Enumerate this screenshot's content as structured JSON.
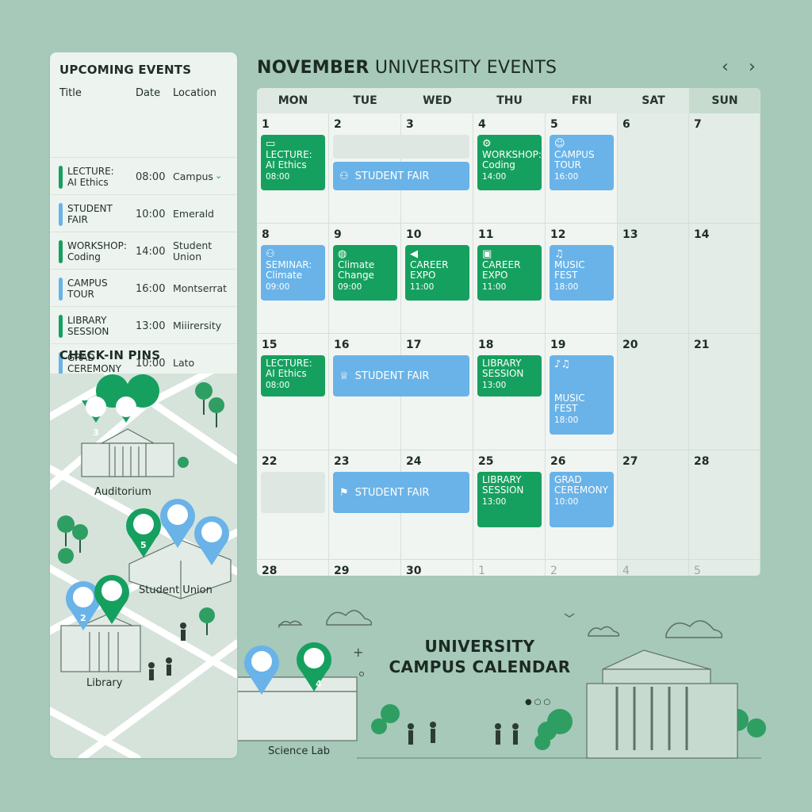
{
  "sidebar": {
    "upcoming_title": "UPCOMING EVENTS",
    "columns": {
      "title": "Title",
      "date": "Date",
      "location": "Location"
    },
    "events": [
      {
        "title_lines": [
          "LECTURE:",
          "AI Ethics"
        ],
        "time": "08:00",
        "location_lines": [
          "Campus"
        ],
        "color": "#16a05f"
      },
      {
        "title_lines": [
          "STUDENT",
          "FAIR"
        ],
        "time": "10:00",
        "location_lines": [
          "Emerald"
        ],
        "color": "#69b3e8"
      },
      {
        "title_lines": [
          "WORKSHOP:",
          "Coding"
        ],
        "time": "14:00",
        "location_lines": [
          "Student",
          "Union"
        ],
        "color": "#16a05f"
      },
      {
        "title_lines": [
          "CAMPUS",
          "TOUR"
        ],
        "time": "16:00",
        "location_lines": [
          "Montserrat"
        ],
        "color": "#69b3e8"
      },
      {
        "title_lines": [
          "LIBRARY",
          "SESSION"
        ],
        "time": "13:00",
        "location_lines": [
          "Miiirersity"
        ],
        "color": "#16a05f"
      },
      {
        "title_lines": [
          "GRAD",
          "CEREMONY"
        ],
        "time": "10:00",
        "location_lines": [
          "Lato"
        ],
        "color": "#69b3e8"
      }
    ],
    "checkin_title": "CHECK-IN PINS",
    "map_labels": {
      "auditorium": "Auditorium",
      "student_union": "Student Union",
      "library": "Library",
      "science_lab": "Science Lab"
    },
    "pin_counts": {
      "auditorium": "3",
      "student_union": "5",
      "library": "2",
      "science_lab": "4"
    }
  },
  "calendar": {
    "title_bold": "NOVEMBER",
    "title_rest": " UNIVERSITY EVENTS",
    "prev_arrow": "‹",
    "next_arrow": "›",
    "days": [
      "MON",
      "TUE",
      "WED",
      "THU",
      "FRI",
      "SAT",
      "SUN"
    ],
    "weeks": [
      [
        "1",
        "2",
        "3",
        "4",
        "5",
        "6",
        "7"
      ],
      [
        "8",
        "9",
        "10",
        "11",
        "12",
        "13",
        "14"
      ],
      [
        "15",
        "16",
        "17",
        "18",
        "19",
        "20",
        "21"
      ],
      [
        "22",
        "23",
        "24",
        "25",
        "26",
        "27",
        "28"
      ],
      [
        "28",
        "29",
        "30",
        "1",
        "2",
        "4",
        "5"
      ]
    ],
    "events": [
      {
        "week": 0,
        "day": 0,
        "lines": [
          "LECTURE:",
          "AI Ethics"
        ],
        "time": "08:00",
        "color": "green",
        "icon": "screen-icon",
        "glyph": "▭"
      },
      {
        "week": 0,
        "day": 1,
        "span": 2,
        "lines": [
          "STUDENT FAIR"
        ],
        "time": "",
        "color": "blue",
        "icon": "people-icon",
        "glyph": "⚇"
      },
      {
        "week": 0,
        "day": 3,
        "lines": [
          "WORKSHOP:",
          "Coding"
        ],
        "time": "14:00",
        "color": "green",
        "icon": "gear-icon",
        "glyph": "⚙"
      },
      {
        "week": 0,
        "day": 4,
        "lines": [
          "CAMPUS",
          "TOUR"
        ],
        "time": "16:00",
        "color": "blue",
        "icon": "person-icon",
        "glyph": "☺"
      },
      {
        "week": 1,
        "day": 0,
        "lines": [
          "SEMINAR:",
          "Climate"
        ],
        "time": "09:00",
        "color": "blue",
        "icon": "group-icon",
        "glyph": "⚇"
      },
      {
        "week": 1,
        "day": 1,
        "lines": [
          "Climate",
          "Change"
        ],
        "time": "09:00",
        "color": "green",
        "icon": "globe-icon",
        "glyph": "◍"
      },
      {
        "week": 1,
        "day": 2,
        "lines": [
          "CAREER",
          "EXPO"
        ],
        "time": "11:00",
        "color": "green",
        "icon": "megaphone-icon",
        "glyph": "◀"
      },
      {
        "week": 1,
        "day": 3,
        "lines": [
          "CAREER",
          "EXPO"
        ],
        "time": "11:00",
        "color": "green",
        "icon": "briefcase-icon",
        "glyph": "▣"
      },
      {
        "week": 1,
        "day": 4,
        "lines": [
          "MUSIC",
          "FEST"
        ],
        "time": "18:00",
        "color": "blue",
        "icon": "music-note-icon",
        "glyph": "♫"
      },
      {
        "week": 2,
        "day": 0,
        "lines": [
          "LECTURE:",
          "AI Ethics"
        ],
        "time": "08:00",
        "color": "green",
        "icon": "",
        "glyph": ""
      },
      {
        "week": 2,
        "day": 1,
        "span": 2,
        "lines": [
          "STUDENT FAIR"
        ],
        "time": "",
        "color": "blue",
        "icon": "trophy-icon",
        "glyph": "♕"
      },
      {
        "week": 2,
        "day": 3,
        "lines": [
          "LIBRARY",
          "SESSION"
        ],
        "time": "13:00",
        "color": "green",
        "icon": "",
        "glyph": ""
      },
      {
        "week": 2,
        "day": 4,
        "lines": [
          "MUSIC",
          "FEST"
        ],
        "time": "18:00",
        "color": "blue",
        "icon": "music-note-icon",
        "glyph": "♪♫",
        "tall": true
      },
      {
        "week": 3,
        "day": 1,
        "span": 2,
        "lines": [
          "STUDENT FAIR"
        ],
        "time": "",
        "color": "blue",
        "icon": "easel-icon",
        "glyph": "⚑"
      },
      {
        "week": 3,
        "day": 3,
        "lines": [
          "LIBRARY",
          "SESSION"
        ],
        "time": "13:00",
        "color": "green",
        "icon": "",
        "glyph": ""
      },
      {
        "week": 3,
        "day": 4,
        "lines": [
          "GRAD",
          "CEREMONY"
        ],
        "time": "10:00",
        "color": "blue",
        "icon": "",
        "glyph": ""
      }
    ],
    "placeholders": [
      {
        "week": 0,
        "day": 1,
        "span": 2
      },
      {
        "week": 3,
        "day": 0,
        "span": 1
      }
    ]
  },
  "brand": {
    "line1": "UNIVERSITY",
    "line2": "CAMPUS CALENDAR"
  }
}
